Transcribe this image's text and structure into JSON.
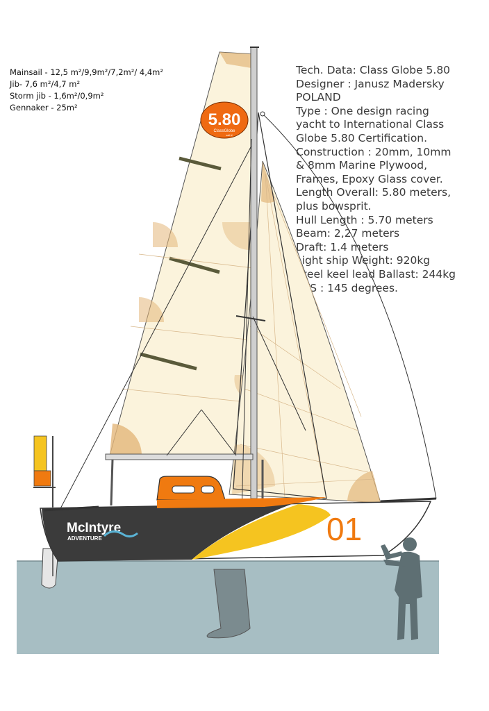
{
  "sail_specs": [
    "Mainsail - 12,5 m²/9,9m²/7,2m²/ 4,4m²",
    "Jib- 7,6 m²/4,7 m²",
    "Storm jib - 1,6m²/0,9m²",
    "Gennaker - 25m²"
  ],
  "tech_data": [
    "Tech. Data: Class Globe 5.80",
    "Designer : Janusz Madersky",
    "POLAND",
    "Type : One design racing",
    "yacht to International Class",
    "Globe 5.80 Certification.",
    "Construction : 20mm, 10mm",
    "& 8mm Marine Plywood,",
    "Frames, Epoxy Glass cover.",
    "Length Overall: 5.80 meters,",
    "plus bowsprit.",
    "Hull Length : 5.70 meters",
    "Beam: 2,27 meters",
    "Draft: 1.4 meters",
    "Light ship Weight: 920kg",
    "Steel keel lead Ballast: 244kg",
    "AVS : 145 degrees."
  ],
  "sail_logo": {
    "number": "5.80",
    "class_text": "ClassGlobe",
    "small_text": "sail #"
  },
  "hull": {
    "brand": "McIntyre",
    "brand_sub": "ADVENTURE",
    "sail_number": "01"
  },
  "colors": {
    "sail": "#fbf3dc",
    "sail_accent": "#e3b77a",
    "hull_dark": "#3b3b3b",
    "hull_orange": "#f07a10",
    "hull_yellow": "#f5c420",
    "water": "#a7bec3",
    "person": "#5e6f73"
  }
}
